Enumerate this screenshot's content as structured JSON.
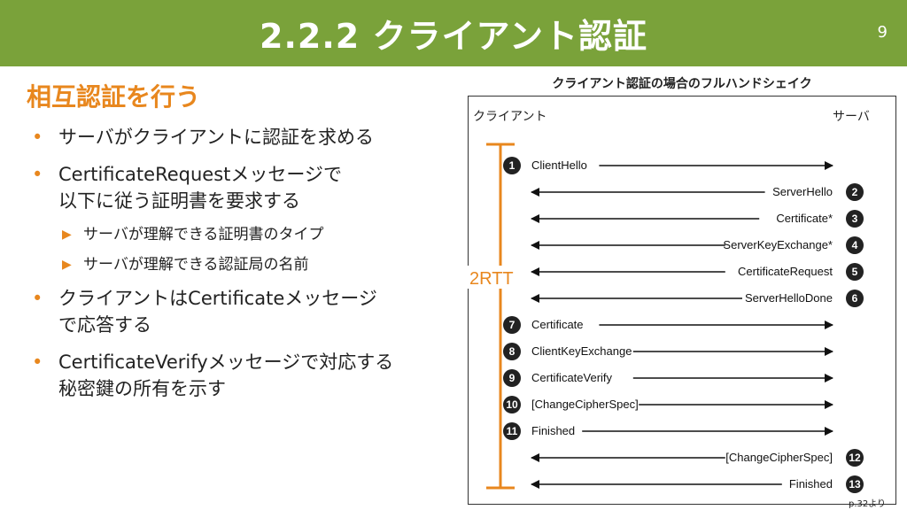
{
  "header": {
    "title": "2.2.2 クライアント認証",
    "page_number": "9"
  },
  "section": {
    "heading": "相互認証を行う"
  },
  "bullets": [
    {
      "text": "サーバがクライアントに認証を求める"
    },
    {
      "text": "CertificateRequestメッセージで以下に従う証明書を要求する",
      "line1": "CertificateRequestメッセージで",
      "line2": "以下に従う証明書を要求する",
      "subs": [
        "サーバが理解できる証明書のタイプ",
        "サーバが理解できる認証局の名前"
      ]
    },
    {
      "line1": "クライアントはCertificateメッセージ",
      "line2": "で応答する"
    },
    {
      "line1": "CertificateVerifyメッセージで対応する",
      "line2": "秘密鍵の所有を示す"
    }
  ],
  "diagram": {
    "title": "クライアント認証の場合のフルハンドシェイク",
    "client_label": "クライアント",
    "server_label": "サーバ",
    "rtt_label": "2RTT",
    "messages": [
      {
        "num": "1",
        "label": "ClientHello",
        "dir": "c2s"
      },
      {
        "num": "2",
        "label": "ServerHello",
        "dir": "s2c"
      },
      {
        "num": "3",
        "label": "Certificate*",
        "dir": "s2c"
      },
      {
        "num": "4",
        "label": "ServerKeyExchange*",
        "dir": "s2c"
      },
      {
        "num": "5",
        "label": "CertificateRequest",
        "dir": "s2c"
      },
      {
        "num": "6",
        "label": "ServerHelloDone",
        "dir": "s2c"
      },
      {
        "num": "7",
        "label": "Certificate",
        "dir": "c2s"
      },
      {
        "num": "8",
        "label": "ClientKeyExchange",
        "dir": "c2s"
      },
      {
        "num": "9",
        "label": "CertificateVerify",
        "dir": "c2s"
      },
      {
        "num": "10",
        "label": "[ChangeCipherSpec]",
        "dir": "c2s"
      },
      {
        "num": "11",
        "label": "Finished",
        "dir": "c2s"
      },
      {
        "num": "12",
        "label": "[ChangeCipherSpec]",
        "dir": "s2c"
      },
      {
        "num": "13",
        "label": "Finished",
        "dir": "s2c"
      }
    ],
    "credit": "p.32より"
  },
  "colors": {
    "header": "#7aa23a",
    "accent": "#e8871e",
    "circle": "#222222"
  }
}
